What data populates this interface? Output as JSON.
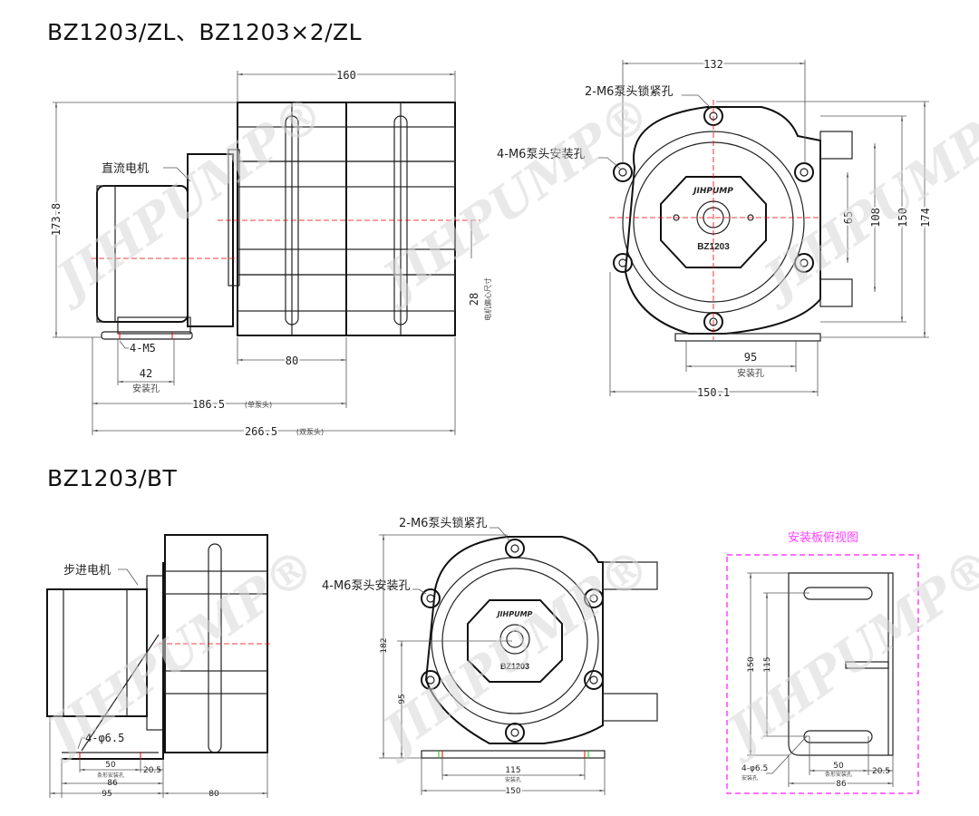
{
  "titles": {
    "top": "BZ1203/ZL、BZ1203×2/ZL",
    "bottom": "BZ1203/BT"
  },
  "watermark": "JIHPUMP®",
  "top_side_view": {
    "motor_label": "直流电机",
    "dims": {
      "width_160": "160",
      "height_173_8": "173.8",
      "offset_28": "28",
      "offset_28_note": "电机偏心尺寸",
      "mount_thread": "4-M5",
      "mount_42": "42",
      "mount_42_note": "安装孔",
      "head_80": "80",
      "single_186_5": "186.5",
      "single_note": "(单泵头)",
      "double_266_5": "266.5",
      "double_note": "(双泵头)"
    }
  },
  "top_front_view": {
    "lock_hole_label": "2-M6泵头锁紧孔",
    "mount_hole_label": "4-M6泵头安装孔",
    "model": "BZ1203",
    "brand": "JIHPUMP",
    "dims": {
      "w132": "132",
      "w95": "95",
      "w95_note": "安装孔",
      "w150_1": "150.1",
      "h65": "65",
      "h108": "108",
      "h150": "150",
      "h174": "174"
    }
  },
  "bottom_side_view": {
    "motor_label": "步进电机",
    "dims": {
      "hole": "4-φ6.5",
      "d50": "50",
      "d50_note": "条形安装孔",
      "d20_5": "20.5",
      "d86": "86",
      "d95": "95",
      "d80": "80"
    }
  },
  "bottom_front_view": {
    "lock_hole_label": "2-M6泵头锁紧孔",
    "mount_hole_label": "4-M6泵头安装孔",
    "model": "BZ1203",
    "brand": "JIHPUMP",
    "dims": {
      "h182": "182",
      "h95": "95",
      "w115": "115",
      "w115_note": "安装孔",
      "w150": "150"
    }
  },
  "plate_view": {
    "title": "安装板俯视图",
    "dims": {
      "h150": "150",
      "h115": "115",
      "hole": "4-φ6.5",
      "hole_note": "安装孔",
      "d50": "50",
      "d50_note": "条形安装孔",
      "d20_5": "20.5",
      "d86": "86"
    }
  },
  "colors": {
    "centerline": "#e00000",
    "hole_marker": "#00c000",
    "plate_frame": "#ff40ff"
  }
}
